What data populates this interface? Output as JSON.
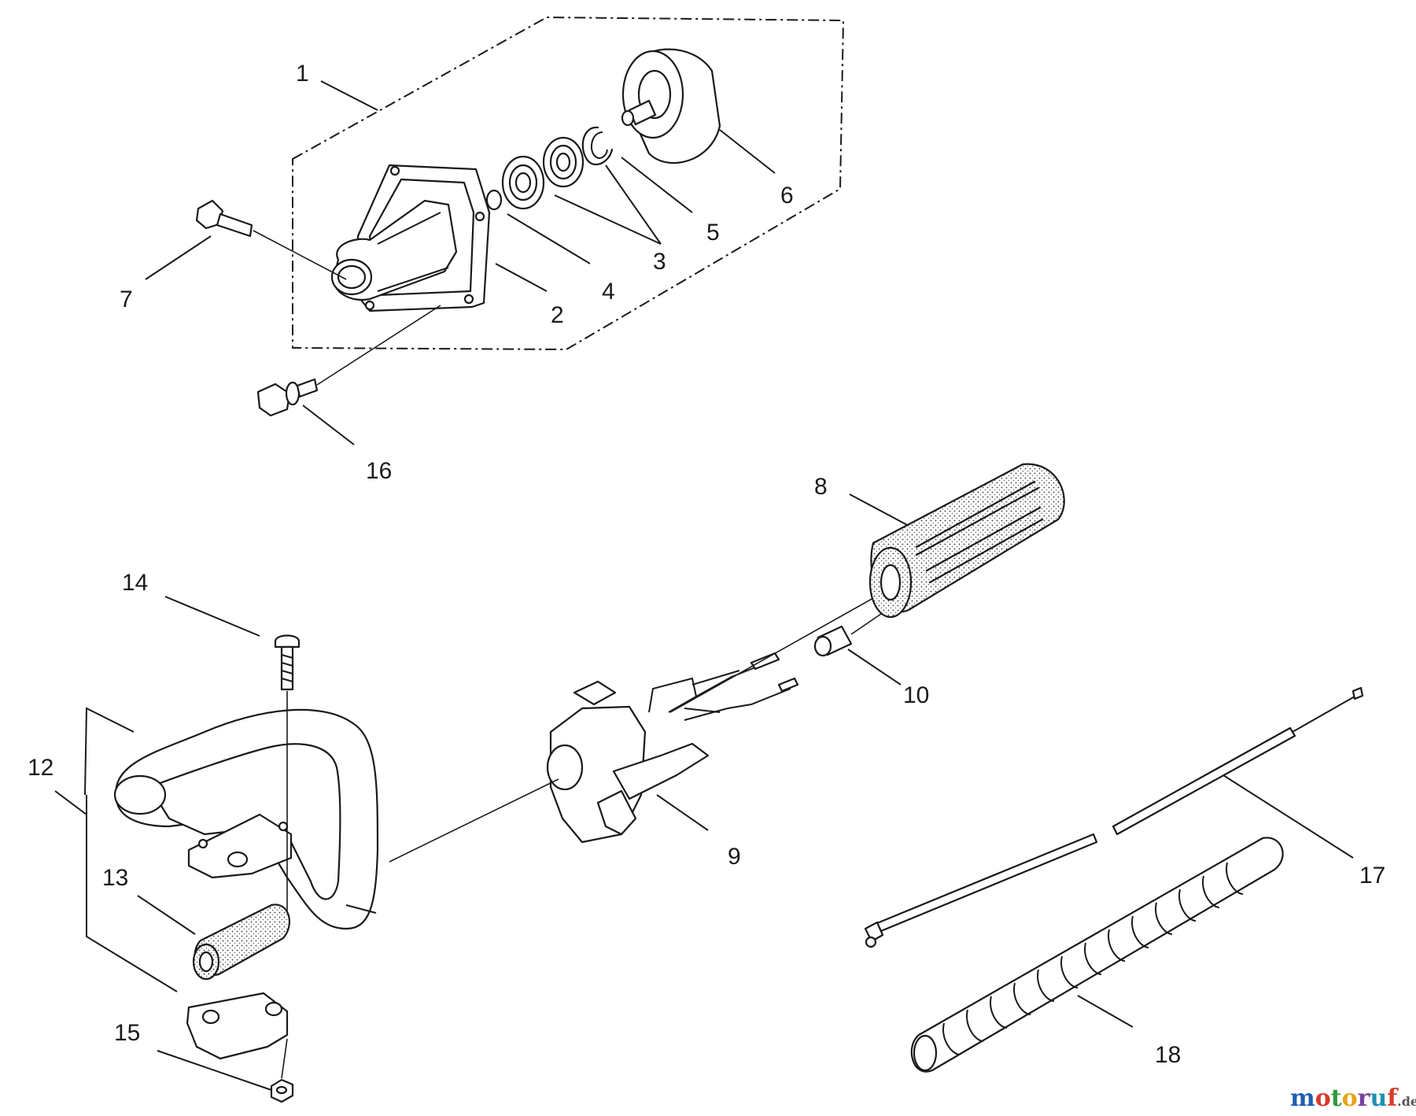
{
  "callouts": {
    "c1": "1",
    "c2": "2",
    "c3": "3",
    "c4": "4",
    "c5": "5",
    "c6": "6",
    "c7": "7",
    "c8": "8",
    "c9": "9",
    "c10": "10",
    "c11_12": "12",
    "c13": "13",
    "c14": "14",
    "c15": "15",
    "c16": "16",
    "c17": "17",
    "c18": "18"
  },
  "watermark": {
    "m1": "m",
    "o1": "o",
    "t": "t",
    "o2": "o",
    "r": "r",
    "u": "u",
    "f": "f",
    "suffix": ".de",
    "colors": [
      "#1f5fb0",
      "#d93a2a",
      "#2f9a3a",
      "#e8a317",
      "#7b3fa0",
      "#1f8fb0",
      "#d93a2a"
    ]
  },
  "colors": {
    "ink": "#1a1a1a",
    "background": "#ffffff"
  }
}
